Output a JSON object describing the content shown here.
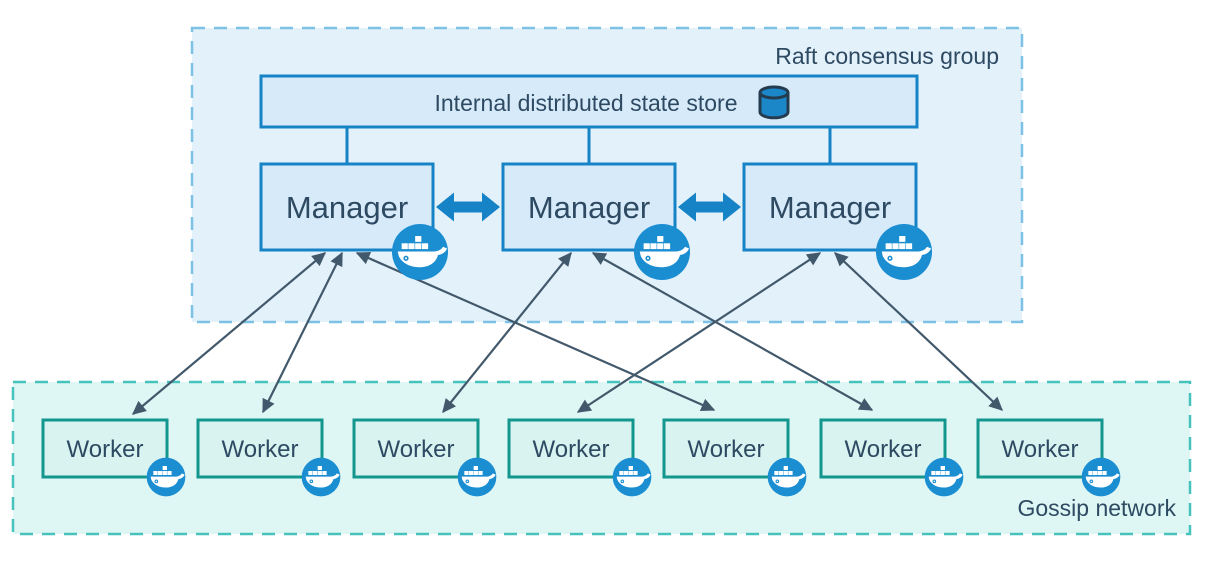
{
  "raft_group": {
    "label": "Raft consensus group",
    "state_store": {
      "label": "Internal distributed state store",
      "icon": "database-cylinder-icon"
    },
    "managers": [
      {
        "id": "manager-1",
        "label": "Manager",
        "icon": "docker-whale-icon"
      },
      {
        "id": "manager-2",
        "label": "Manager",
        "icon": "docker-whale-icon"
      },
      {
        "id": "manager-3",
        "label": "Manager",
        "icon": "docker-whale-icon"
      }
    ]
  },
  "gossip_network": {
    "label": "Gossip network",
    "workers": [
      {
        "id": "worker-1",
        "label": "Worker",
        "icon": "docker-whale-icon"
      },
      {
        "id": "worker-2",
        "label": "Worker",
        "icon": "docker-whale-icon"
      },
      {
        "id": "worker-3",
        "label": "Worker",
        "icon": "docker-whale-icon"
      },
      {
        "id": "worker-4",
        "label": "Worker",
        "icon": "docker-whale-icon"
      },
      {
        "id": "worker-5",
        "label": "Worker",
        "icon": "docker-whale-icon"
      },
      {
        "id": "worker-6",
        "label": "Worker",
        "icon": "docker-whale-icon"
      },
      {
        "id": "worker-7",
        "label": "Worker",
        "icon": "docker-whale-icon"
      }
    ]
  },
  "connections": {
    "state_store_to": [
      "manager-1",
      "manager-2",
      "manager-3"
    ],
    "manager_peer_links": [
      [
        "manager-1",
        "manager-2"
      ],
      [
        "manager-2",
        "manager-3"
      ]
    ],
    "manager_worker_links": [
      [
        "manager-1",
        "worker-1"
      ],
      [
        "manager-1",
        "worker-2"
      ],
      [
        "manager-1",
        "worker-5"
      ],
      [
        "manager-2",
        "worker-3"
      ],
      [
        "manager-2",
        "worker-6"
      ],
      [
        "manager-3",
        "worker-4"
      ],
      [
        "manager-3",
        "worker-7"
      ]
    ],
    "edge_style": "double-headed"
  },
  "colors": {
    "raft_fill": "#e3f1fb",
    "raft_border": "#7dc1e4",
    "node_blue_fill": "#d7eaf9",
    "node_blue_border": "#1583c5",
    "gossip_fill": "#def6f4",
    "gossip_border": "#47c3be",
    "worker_fill": "#d9f3f1",
    "worker_border": "#12968e",
    "docker_blue": "#1b8ed2",
    "edge_color": "#42596c",
    "text_color": "#2d4a62"
  }
}
